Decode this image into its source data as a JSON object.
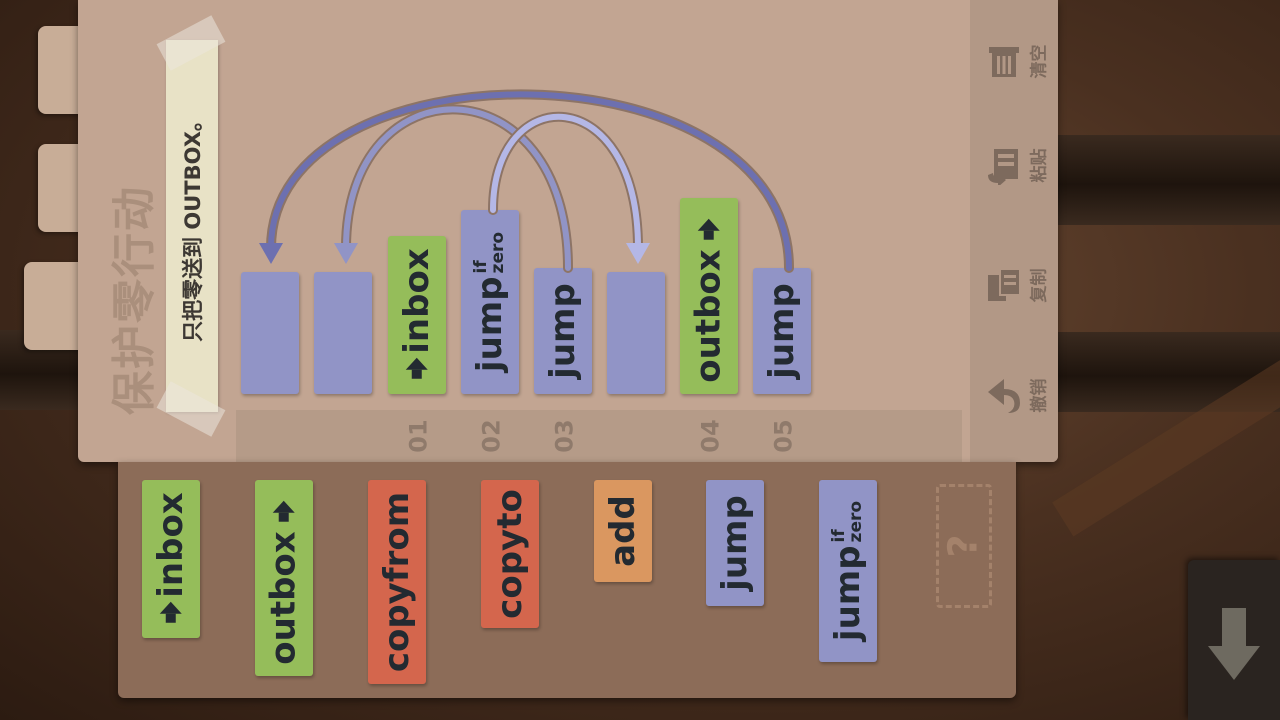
{
  "level": {
    "title": "保护零行动",
    "note": "只把零送到 OUTBOX。"
  },
  "toolbar": {
    "clear_label": "清空",
    "paste_label": "粘贴",
    "copy_label": "复制",
    "undo_label": "撤销"
  },
  "program": {
    "line_numbers": [
      "01",
      "02",
      "03",
      "04",
      "05"
    ],
    "commands": [
      {
        "op": "inbox"
      },
      {
        "op": "jump",
        "qualifier_top": "if",
        "qualifier_bottom": "zero"
      },
      {
        "op": "jump"
      },
      {
        "op": "outbox"
      },
      {
        "op": "jump"
      }
    ]
  },
  "palette": {
    "commands": [
      {
        "op": "inbox"
      },
      {
        "op": "outbox"
      },
      {
        "op": "copyfrom"
      },
      {
        "op": "copyto"
      },
      {
        "op": "add"
      },
      {
        "op": "jump"
      },
      {
        "op": "jump",
        "qualifier_top": "if",
        "qualifier_bottom": "zero"
      }
    ],
    "unknown_label": "?"
  },
  "colors": {
    "io_command": "#95bd5a",
    "jump_command": "#9194c6",
    "memory_command": "#d4664d",
    "math_command": "#da9760",
    "panel": "#c2a592",
    "palette_panel": "#8c6c58"
  },
  "icons": {
    "clear": "trash-icon",
    "paste": "paste-icon",
    "copy": "copy-icon",
    "undo": "undo-icon",
    "scroll": "down-arrow-icon"
  }
}
